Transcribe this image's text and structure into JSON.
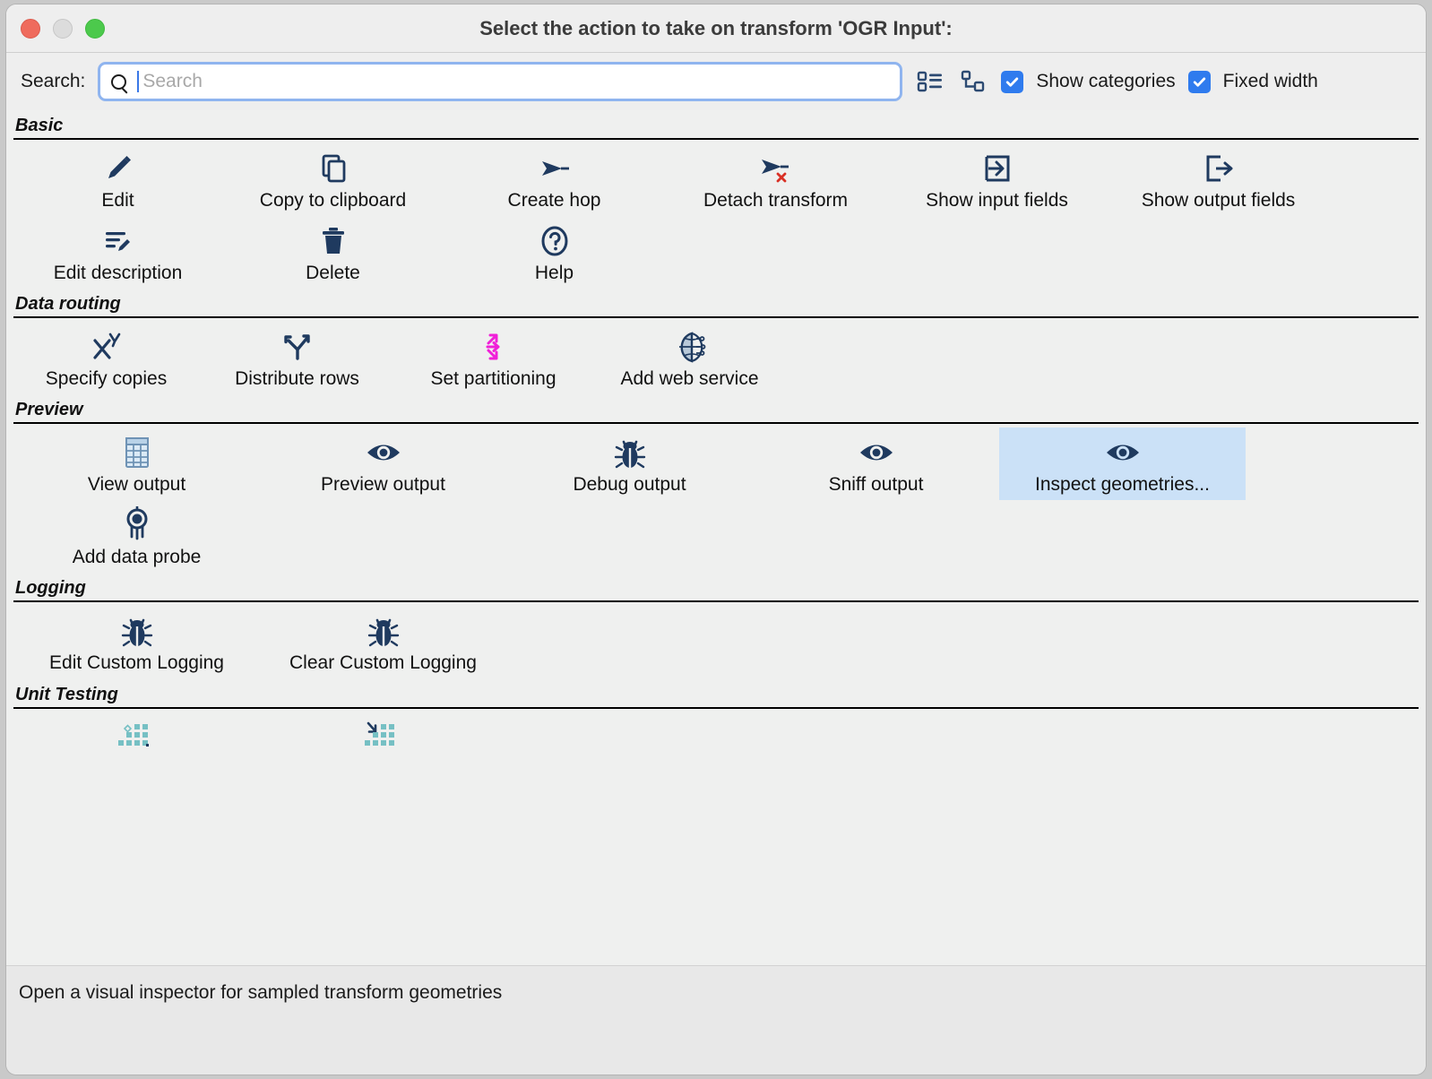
{
  "window": {
    "title": "Select the action to take on transform 'OGR Input':",
    "traffic_lights": [
      "close-button",
      "minimize-button",
      "zoom-button"
    ]
  },
  "toolbar": {
    "search_label": "Search:",
    "search_value": "",
    "search_placeholder": "Search",
    "search_icon": "magnifier-icon",
    "view_buttons": [
      {
        "name": "list-view-icon"
      },
      {
        "name": "tree-view-icon"
      }
    ],
    "checkboxes": [
      {
        "label": "Show categories",
        "checked": true
      },
      {
        "label": "Fixed width",
        "checked": true
      }
    ]
  },
  "sections": [
    {
      "title": "Basic",
      "items": [
        {
          "label": "Edit",
          "icon": "pencil-icon",
          "selected": false
        },
        {
          "label": "Copy to clipboard",
          "icon": "copy-icon",
          "selected": false
        },
        {
          "label": "Create hop",
          "icon": "arrow-hop-icon",
          "selected": false
        },
        {
          "label": "Detach transform",
          "icon": "detach-hop-icon",
          "selected": false
        },
        {
          "label": "Show input fields",
          "icon": "input-fields-icon",
          "selected": false
        },
        {
          "label": "Show output fields",
          "icon": "output-fields-icon",
          "selected": false
        },
        {
          "label": "Edit description",
          "icon": "edit-description-icon",
          "selected": false
        },
        {
          "label": "Delete",
          "icon": "trash-icon",
          "selected": false
        },
        {
          "label": "Help",
          "icon": "question-mark-icon",
          "selected": false
        }
      ]
    },
    {
      "title": "Data routing",
      "items": [
        {
          "label": "Specify copies",
          "icon": "x-to-the-y-icon",
          "selected": false
        },
        {
          "label": "Distribute rows",
          "icon": "fork-arrows-icon",
          "selected": false
        },
        {
          "label": "Set partitioning",
          "icon": "partition-arrows-icon",
          "selected": false
        },
        {
          "label": "Add web service",
          "icon": "globe-icon",
          "selected": false
        }
      ]
    },
    {
      "title": "Preview",
      "items": [
        {
          "label": "Inspect geometries...",
          "icon": "eye-icon",
          "selected": true
        },
        {
          "label": "View output",
          "icon": "table-icon",
          "selected": false
        },
        {
          "label": "Preview output",
          "icon": "eye-icon",
          "selected": false
        },
        {
          "label": "Debug output",
          "icon": "bug-icon",
          "selected": false
        },
        {
          "label": "Sniff output",
          "icon": "eye-icon",
          "selected": false
        },
        {
          "label": "Add data probe",
          "icon": "probe-icon",
          "selected": false
        }
      ]
    },
    {
      "title": "Logging",
      "items": [
        {
          "label": "Edit Custom Logging",
          "icon": "bug-icon",
          "selected": false
        },
        {
          "label": "Clear Custom Logging",
          "icon": "bug-icon",
          "selected": false
        }
      ]
    },
    {
      "title": "Unit Testing",
      "items": [
        {
          "label": "",
          "icon": "unit-test-create-icon",
          "selected": false
        },
        {
          "label": "",
          "icon": "unit-test-attach-icon",
          "selected": false
        }
      ]
    }
  ],
  "status": {
    "text": "Open a visual inspector for sampled transform geometries"
  },
  "colors": {
    "icon_navy": "#1f3a5f",
    "accent_blue": "#2f7bee",
    "selection_blue": "#cbe1f7",
    "magenta": "#f020d8",
    "teal": "#76c0c4",
    "red_x": "#d93025",
    "window_bg": "#eeeeee",
    "body_bg": "#eff0ef"
  }
}
